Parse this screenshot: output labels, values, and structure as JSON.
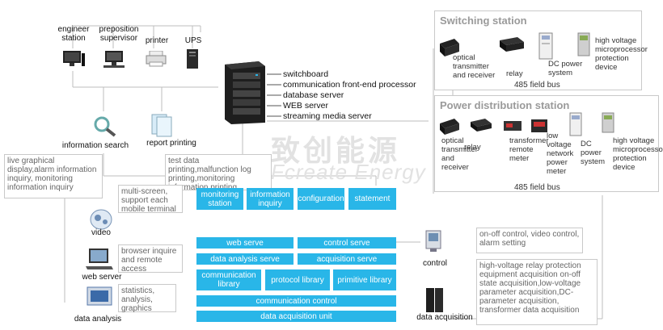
{
  "top_devices": [
    "engineer\nstation",
    "preposition\nsupervisor",
    "printer",
    "UPS"
  ],
  "server_labels": [
    "switchboard",
    "communication front-end processor",
    "database server",
    "WEB server",
    "streaming media server"
  ],
  "switching_station": {
    "title": "Switching station",
    "devices": [
      "optical\ntransmitter\nand receiver",
      "relay",
      "DC power\nsystem",
      "high voltage\nmicroprocessor protection device"
    ],
    "bus": "485 field bus"
  },
  "power_station": {
    "title": "Power distribution station",
    "devices": [
      "optical transmitter and receiver",
      "relay",
      "transformer remote meter",
      "low voltage network power meter",
      "DC power system",
      "high voltage\nmicroprocessor protection device"
    ],
    "bus": "485 field bus"
  },
  "functions": {
    "info_search": "information search",
    "report_printing": "report printing",
    "video": "video",
    "web_server": "web server",
    "data_analysis": "data analysis",
    "control": "control",
    "data_acquisition": "data acquisition"
  },
  "notes": {
    "live": "live graphical display,alarm information inquiry, monitoring information inquiry",
    "printing": "test data printing,malfunction log printing,monitoring information printing",
    "multiscreen": "multi-screen, support each mobile terminal",
    "browser": "browser inquire and remote access",
    "statistics": "statistics, analysis, graphics",
    "onoff": "on-off control, video control, alarm setting",
    "acquisition": "high-voltage relay protection equipment acquisition on-off state acquisition,low-voltage parameter acquisition,DC-parameter acquisition, transformer data acquisition"
  },
  "software": {
    "row1": [
      "monitoring station",
      "information inquiry",
      "configuration",
      "statement"
    ],
    "row2": [
      "web serve",
      "control serve"
    ],
    "row3": [
      "data analysis serve",
      "acquisition serve"
    ],
    "row4": [
      "communication library",
      "protocol library",
      "primitive library"
    ],
    "row5": "communication control",
    "row6": "data acquisition unit"
  },
  "watermark": {
    "cn": "致创能源",
    "en": "Fcreate Energy"
  },
  "colors": {
    "accent": "#29b6e8",
    "border": "#c9c9c9",
    "line": "#bdbdbd"
  }
}
